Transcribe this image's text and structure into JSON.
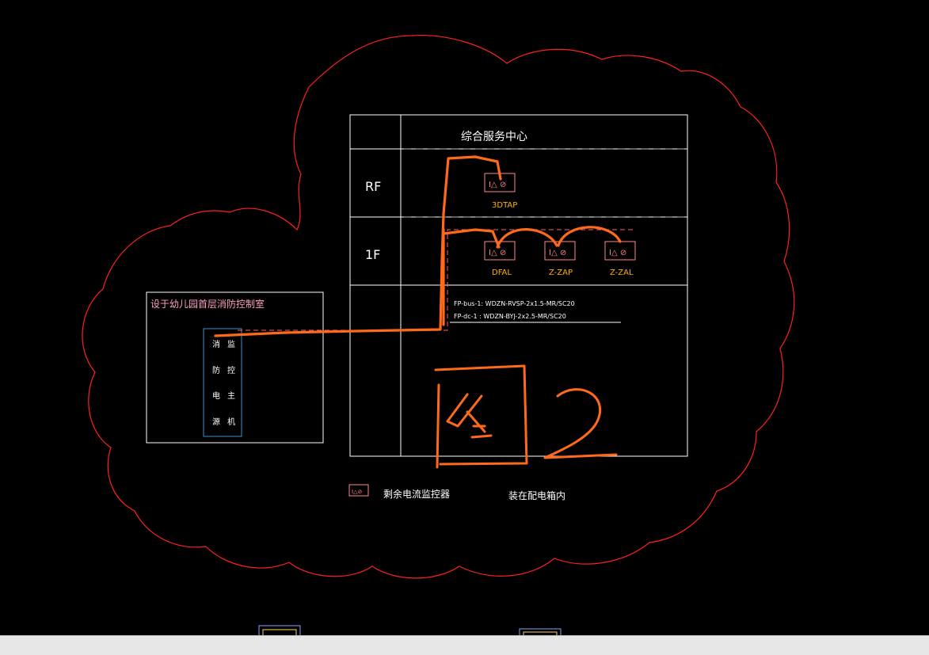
{
  "diagram": {
    "building_title": "综合服务中心",
    "floors": [
      {
        "label": "RF",
        "devices": [
          {
            "label": "3DTAP"
          }
        ]
      },
      {
        "label": "1F",
        "devices": [
          {
            "label": "DFAL"
          },
          {
            "label": "Z-ZAP"
          },
          {
            "label": "Z-ZAL"
          }
        ]
      }
    ],
    "cables": [
      "FP-bus-1: WDZN-RVSP-2x1.5-MR/SC20",
      "FP-dc-1 : WDZN-BYJ-2x2.5-MR/SC20"
    ],
    "control_room": {
      "title": "设于幼儿园首层消防控制室",
      "host_chars": [
        "消",
        "监",
        "防",
        "控",
        "电",
        "主",
        "源",
        "机"
      ]
    },
    "legend": {
      "icon_text": "I△⊘",
      "name": "剩余电流监控器",
      "note": "装在配电箱内"
    },
    "handwritten_note": "图2",
    "colors": {
      "background": "#000000",
      "revision_cloud": "#ff2020",
      "frame": "#ffffff",
      "dashed_line": "#bfbfbf",
      "device": "#ff8888",
      "device_label": "#ffb000",
      "annotation": "#ff6a1a",
      "host_border": "#3a8fd0",
      "pink_text": "#ff9ec7"
    }
  }
}
